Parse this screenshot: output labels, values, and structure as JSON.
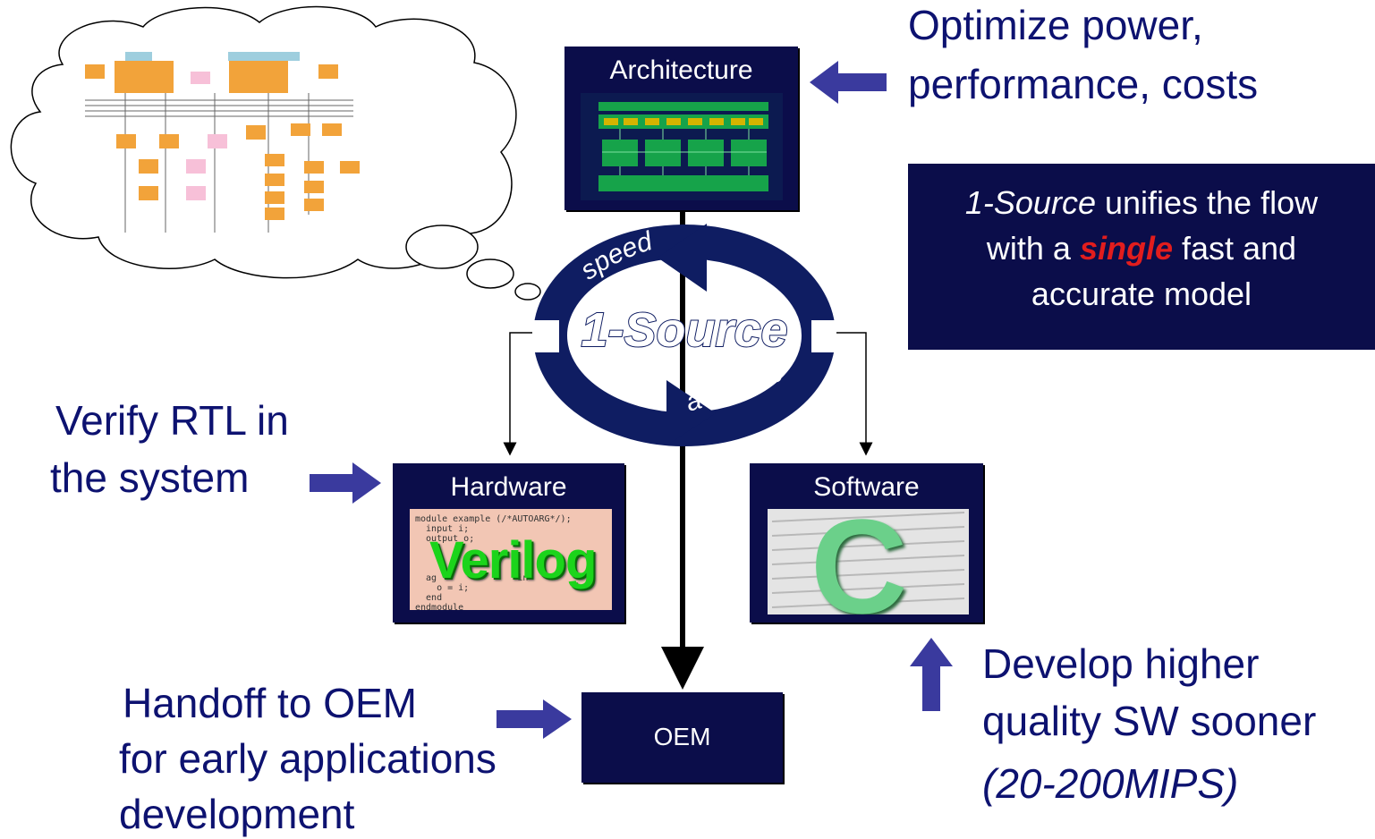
{
  "boxes": {
    "architecture": {
      "title": "Architecture"
    },
    "hardware": {
      "title": "Hardware"
    },
    "software": {
      "title": "Software"
    },
    "oem": {
      "title": "OEM"
    }
  },
  "captions": {
    "optimize_line1": "Optimize power,",
    "optimize_line2": "performance, costs",
    "verify_line1": "Verify RTL in",
    "verify_line2": "the system",
    "handoff_line1": "Handoff to OEM",
    "handoff_line2": "for early applications",
    "handoff_line3": "development",
    "develop_line1": "Develop higher",
    "develop_line2": "quality SW sooner",
    "develop_line3": "(20-200MIPS)"
  },
  "note": {
    "part1_italic": "1-Source",
    "part2": " unifies the flow",
    "part3": "with a ",
    "part4_emphasis": "single",
    "part5": " fast and",
    "part6": "accurate model"
  },
  "cycle": {
    "center_label": "1-Source",
    "top_label": "speed",
    "bottom_label": "accuracy"
  },
  "hardware_image": {
    "code_text": "module example (/*AUTOARG*/);\n  input i;\n  output o;\n\n\n\n  ag               in\n    o = i;\n  end\nendmodule",
    "logo_word": "Verilog"
  },
  "software_image": {
    "logo_letter": "C"
  },
  "colors": {
    "navy": "#0b0d4a",
    "caption_blue": "#0d1270",
    "arrow_blue": "#3a3a9e",
    "emphasis_red": "#e21d1d",
    "verilog_green": "#1bd41b"
  }
}
